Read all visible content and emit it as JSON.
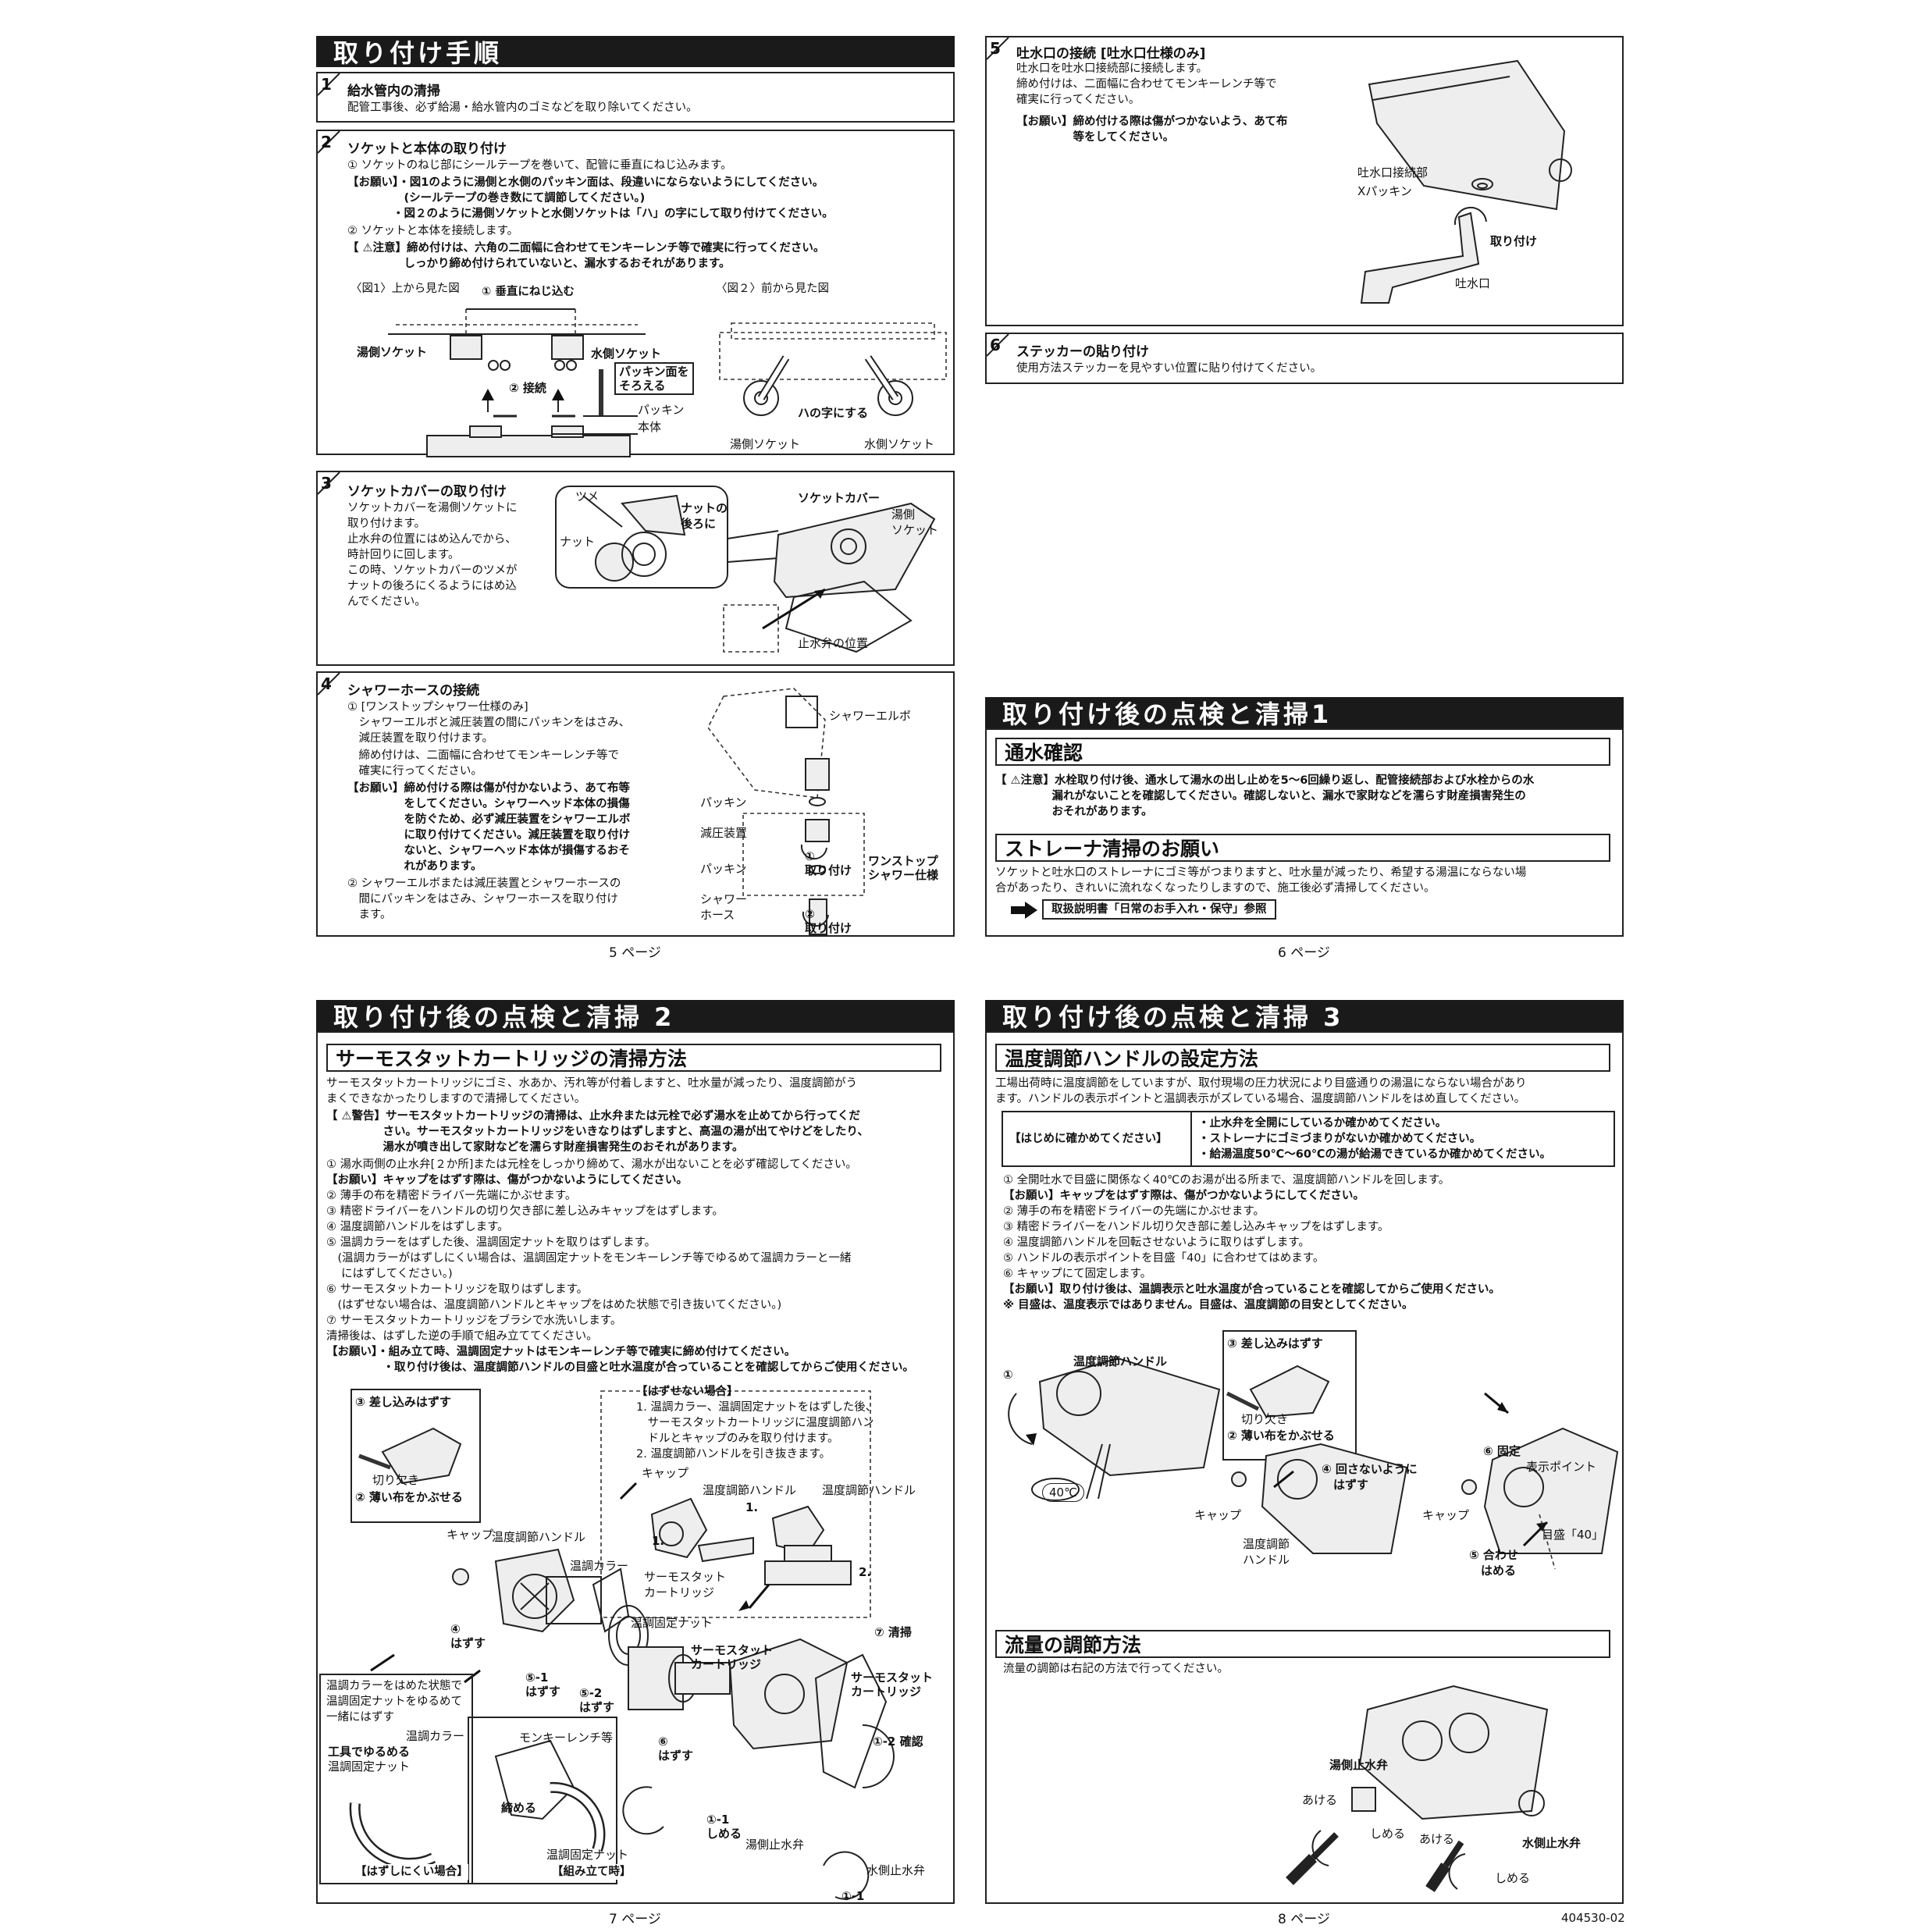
{
  "p5": {
    "header": "取り付け手順",
    "s1": {
      "num": "1",
      "title": "給水管内の清掃",
      "body": "配管工事後、必ず給湯・給水管内のゴミなどを取り除いてください。"
    },
    "s2": {
      "num": "2",
      "title": "ソケットと本体の取り付け",
      "lines": [
        "① ソケットのねじ部にシールテープを巻いて、配管に垂直にねじ込みます。",
        "【お願い】・図1のように湯側と水側のパッキン面は、段違いにならないようにしてください。",
        "　　　　　(シールテープの巻き数にて調節してください。)",
        "　　　　・図２のように湯側ソケットと水側ソケットは「ハ」の字にして取り付けてください。",
        "② ソケットと本体を接続します。",
        "【 ⚠注意】締め付けは、六角の二面幅に合わせてモンキーレンチ等で確実に行ってください。",
        "　　　　　しっかり締め付けられていないと、漏水するおそれがあります。"
      ],
      "fig1": "〈図1〉上から見た図",
      "fig1_step": "① 垂直にねじ込む",
      "fig2": "〈図２〉前から見た図",
      "hot_socket": "湯側ソケット",
      "cold_socket": "水側ソケット",
      "align": "パッキン面を\nそろえる",
      "connect": "② 接続",
      "packing": "パッキン",
      "body": "本体",
      "ha": "ハの字にする",
      "hot_socket2": "湯側ソケット",
      "cold_socket2": "水側ソケット"
    },
    "s3": {
      "num": "3",
      "title": "ソケットカバーの取り付け",
      "body": "ソケットカバーを湯側ソケットに\n取り付けます。\n止水弁の位置にはめ込んでから、\n時計回りに回します。\nこの時、ソケットカバーのツメが\nナットの後ろにくるようにはめ込\nんでください。",
      "tsume": "ツメ",
      "nut": "ナット",
      "behind": "ナットの\n後ろに",
      "cover": "ソケットカバー",
      "hot_socket": "湯側\nソケット",
      "valve": "止水弁の位置"
    },
    "s4": {
      "num": "4",
      "title": "シャワーホースの接続",
      "lines": [
        "① [ワンストップシャワー仕様のみ]",
        "　シャワーエルボと減圧装置の間にパッキンをはさみ、",
        "　減圧装置を取り付けます。",
        "　締め付けは、二面幅に合わせてモンキーレンチ等で",
        "　確実に行ってください。",
        "【お願い】締め付ける際は傷が付かないよう、あて布等",
        "　　　　　をしてください。シャワーヘッド本体の損傷",
        "　　　　　を防ぐため、必ず減圧装置をシャワーエルボ",
        "　　　　　に取り付けてください。減圧装置を取り付け",
        "　　　　　ないと、シャワーヘッド本体が損傷するおそ",
        "　　　　　れがあります。",
        "② シャワーエルボまたは減圧装置とシャワーホースの",
        "　間にパッキンをはさみ、シャワーホースを取り付け",
        "　ます。"
      ],
      "elbow": "シャワーエルボ",
      "packing1": "パッキン",
      "reducer": "減圧装置",
      "step1": "①\n取り付け",
      "onestop": "ワンストップ\nシャワー仕様",
      "packing2": "パッキン",
      "hose": "シャワー\nホース",
      "step2": "②\n取り付け"
    },
    "page": "5 ページ"
  },
  "p6": {
    "s5": {
      "num": "5",
      "title": "吐水口の接続 [吐水口仕様のみ]",
      "body": "吐水口を吐水口接続部に接続します。\n締め付けは、二面幅に合わせてモンキーレンチ等で\n確実に行ってください。",
      "note": "【お願い】締め付ける際は傷がつかないよう、あて布\n　　　　　等をしてください。",
      "joint": "吐水口接続部",
      "xpacking": "Xパッキン",
      "attach": "取り付け",
      "spout": "吐水口"
    },
    "s6": {
      "num": "6",
      "title": "ステッカーの貼り付け",
      "body": "使用方法ステッカーを見やすい位置に貼り付けてください。"
    },
    "header": "取り付け後の点検と清掃1",
    "water": {
      "title": "通水確認",
      "body": "【 ⚠注意】水栓取り付け後、通水して湯水の出し止めを5～6回繰り返し、配管接続部および水栓からの水\n　　　　　漏れがないことを確認してください。確認しないと、漏水で家財などを濡らす財産損害発生の\n　　　　　おそれがあります。"
    },
    "strainer": {
      "title": "ストレーナ清掃のお願い",
      "body": "ソケットと吐水口のストレーナにゴミ等がつまりますと、吐水量が減ったり、希望する湯温にならない場\n合があったり、きれいに流れなくなったりしますので、施工後必ず清掃してください。",
      "ref": "取扱説明書「日常のお手入れ・保守」参照"
    },
    "page": "6 ページ"
  },
  "p7": {
    "header": "取り付け後の点検と清掃 2",
    "sub": "サーモスタットカートリッジの清掃方法",
    "lines": [
      "サーモスタットカートリッジにゴミ、水あか、汚れ等が付着しますと、吐水量が減ったり、温度調節がう",
      "まくできなかったりしますので清掃してください。",
      "【 ⚠警告】サーモスタットカートリッジの清掃は、止水弁または元栓で必ず湯水を止めてから行ってくだ",
      "　　　　　さい。サーモスタットカートリッジをいきなりはずしますと、高温の湯が出てやけどをしたり、",
      "　　　　　湯水が噴き出して家財などを濡らす財産損害発生のおそれがあります。",
      "① 湯水両側の止水弁[２か所]または元栓をしっかり締めて、湯水が出ないことを必ず確認してください。",
      "【お願い】キャップをはずす際は、傷がつかないようにしてください。",
      "② 薄手の布を精密ドライバー先端にかぶせます。",
      "③ 精密ドライバーをハンドルの切り欠き部に差し込みキャップをはずします。",
      "④ 温度調節ハンドルをはずします。",
      "⑤ 温調カラーをはずした後、温調固定ナットを取りはずします。",
      "　(温調カラーがはずしにくい場合は、温調固定ナットをモンキーレンチ等でゆるめて温調カラーと一緒",
      "　 にはずしてください。)",
      "⑥ サーモスタットカートリッジを取りはずします。",
      "　(はずせない場合は、温度調節ハンドルとキャップをはめた状態で引き抜いてください。)",
      "⑦ サーモスタットカートリッジをブラシで水洗いします。",
      "清掃後は、はずした逆の手順で組み立ててください。",
      "【お願い】・組み立て時、温調固定ナットはモンキーレンチ等で確実に締め付けてください。",
      "　　　　　・取り付け後は、温度調節ハンドルの目盛と吐水温度が合っていることを確認してからご使用ください。"
    ],
    "fig": {
      "insert": "③ 差し込みはずす",
      "notch": "切り欠き",
      "cloth": "② 薄い布をかぶせる",
      "cap": "キャップ",
      "handle": "温度調節ハンドル",
      "collar": "温調カラー",
      "remove4": "④\nはずす",
      "remove51": "⑤-1\nはずす",
      "remove52": "⑤-2\nはずす",
      "nut": "温調固定ナット",
      "cartridge": "サーモスタット\nカートリッジ",
      "remove6": "⑥\nはずす",
      "clean": "⑦ 清掃",
      "cartridge2": "サーモスタット\nカートリッジ",
      "confirm": "①-2 確認",
      "hot_valve": "湯側止水弁",
      "close": "①-1\nしめる",
      "cold_valve": "水側止水弁",
      "close2": "①-1",
      "cant_title": "【はずせない場合】",
      "cant_body": "1. 温調カラー、温調固定ナットをはずした後、\n　サーモスタットカートリッジに温度調節ハン\n　ドルとキャップのみを取り付けます。\n2. 温度調節ハンドルを引き抜きます。",
      "cant_cap": "キャップ",
      "cant_handle": "温度調節ハンドル",
      "cant_handle2": "温度調節ハンドル",
      "cant_cart": "サーモスタット\nカートリッジ",
      "one": "1.",
      "one2": "1.",
      "two": "2.",
      "hard_text": "温調カラーをはめた状態で\n温調固定ナットをゆるめて\n一緒にはずす",
      "hard_collar": "温調カラー",
      "tool": "工具でゆるめる",
      "hard_nut": "温調固定ナット",
      "hard_label": "【はずしにくい場合】",
      "wrench": "モンキーレンチ等",
      "tighten": "締める",
      "asm_nut": "温調固定ナット",
      "asm_label": "【組み立て時】"
    },
    "page": "7 ページ"
  },
  "p8": {
    "header": "取り付け後の点検と清掃 3",
    "sub": "温度調節ハンドルの設定方法",
    "intro": "工場出荷時に温度調節をしていますが、取付現場の圧力状況により目盛通りの湯温にならない場合があり\nます。ハンドルの表示ポイントと温調表示がズレている場合、温度調節ハンドルをはめ直してください。",
    "check_label": "【はじめに確かめてください】",
    "checks": [
      "・止水弁を全開にしているか確かめてください。",
      "・ストレーナにゴミづまりがないか確かめてください。",
      "・給湯温度50℃～60℃の湯が給湯できているか確かめてください。"
    ],
    "lines": [
      "① 全開吐水で目盛に関係なく40℃のお湯が出る所まで、温度調節ハンドルを回します。",
      "【お願い】キャップをはずす際は、傷がつかないようにしてください。",
      "② 薄手の布を精密ドライバーの先端にかぶせます。",
      "③ 精密ドライバーをハンドル切り欠き部に差し込みキャップをはずします。",
      "④ 温度調節ハンドルを回転させないように取りはずします。",
      "⑤ ハンドルの表示ポイントを目盛「40」に合わせてはめます。",
      "⑥ キャップにて固定します。",
      "【お願い】取り付け後は、温調表示と吐水温度が合っていることを確認してからご使用ください。",
      "※ 目盛は、温度表示ではありません。目盛は、温度調節の目安としてください。"
    ],
    "fig": {
      "one": "①",
      "handle": "温度調節ハンドル",
      "temp": "40℃",
      "insert": "③ 差し込みはずす",
      "notch": "切り欠き",
      "cloth": "② 薄い布をかぶせる",
      "noturn": "④ 回さないように\n　はずす",
      "cap": "キャップ",
      "handle2": "温度調節\nハンドル",
      "fix": "⑥ 固定",
      "point": "表示ポイント",
      "cap2": "キャップ",
      "scale": "目盛「40」",
      "fit": "⑤ 合わせ\n　はめる"
    },
    "flow_title": "流量の調節方法",
    "flow_body": "流量の調節は右記の方法で行ってください。",
    "flow": {
      "hot": "湯側止水弁",
      "open": "あける",
      "close": "しめる",
      "open2": "あける",
      "cold": "水側止水弁",
      "close2": "しめる"
    },
    "page": "8 ページ",
    "code": "404530-02"
  }
}
